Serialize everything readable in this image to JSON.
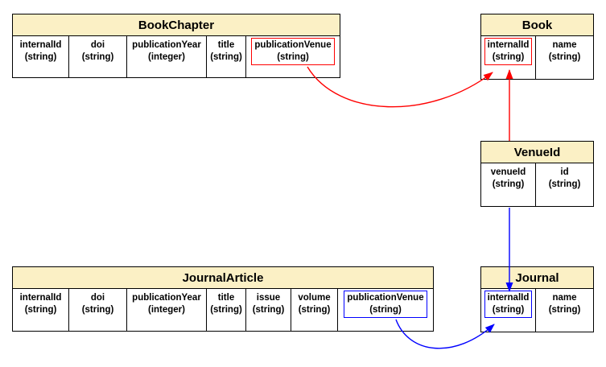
{
  "colors": {
    "header_fill": "#FBF0C5",
    "table_border": "#000000",
    "red_accent": "#FF0000",
    "blue_accent": "#0000FF"
  },
  "tables": [
    {
      "title": "BookChapter",
      "columns": [
        {
          "name": "internalId",
          "type": "(string)"
        },
        {
          "name": "doi",
          "type": "(string)"
        },
        {
          "name": "publicationYear",
          "type": "(integer)"
        },
        {
          "name": "title",
          "type": "(string)"
        },
        {
          "name": "publicationVenue",
          "type": "(string)",
          "highlight": "red"
        }
      ]
    },
    {
      "title": "Book",
      "columns": [
        {
          "name": "internalId",
          "type": "(string)",
          "highlight": "red"
        },
        {
          "name": "name",
          "type": "(string)"
        }
      ]
    },
    {
      "title": "VenueId",
      "columns": [
        {
          "name": "venueId",
          "type": "(string)"
        },
        {
          "name": "id",
          "type": "(string)"
        }
      ]
    },
    {
      "title": "JournalArticle",
      "columns": [
        {
          "name": "internalId",
          "type": "(string)"
        },
        {
          "name": "doi",
          "type": "(string)"
        },
        {
          "name": "publicationYear",
          "type": "(integer)"
        },
        {
          "name": "title",
          "type": "(string)"
        },
        {
          "name": "issue",
          "type": "(string)"
        },
        {
          "name": "volume",
          "type": "(string)"
        },
        {
          "name": "publicationVenue",
          "type": "(string)",
          "highlight": "blue"
        }
      ]
    },
    {
      "title": "Journal",
      "columns": [
        {
          "name": "internalId",
          "type": "(string)",
          "highlight": "blue"
        },
        {
          "name": "name",
          "type": "(string)"
        }
      ]
    }
  ],
  "relations": [
    {
      "from": "BookChapter.publicationVenue",
      "to": "Book.internalId",
      "color": "red",
      "shape": "curved"
    },
    {
      "from": "VenueId.venueId",
      "to": "Book.internalId",
      "color": "red",
      "shape": "straight"
    },
    {
      "from": "VenueId.venueId",
      "to": "Journal.internalId",
      "color": "blue",
      "shape": "straight"
    },
    {
      "from": "JournalArticle.publicationVenue",
      "to": "Journal.internalId",
      "color": "blue",
      "shape": "curved"
    }
  ]
}
